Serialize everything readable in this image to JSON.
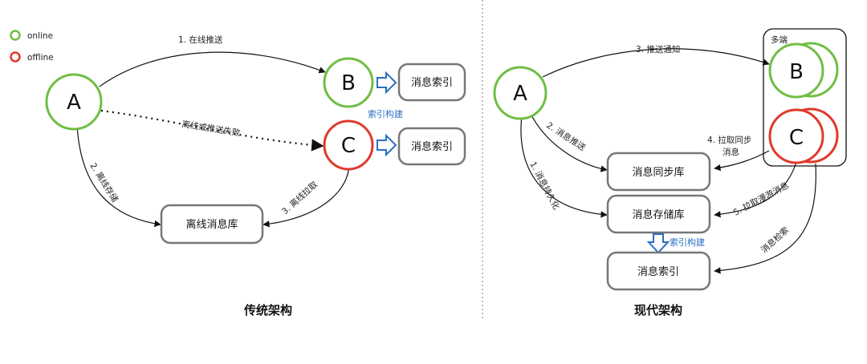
{
  "legend": {
    "online": "online",
    "offline": "offline",
    "online_color": "#6fbe44",
    "offline_color": "#e0392b"
  },
  "traditional": {
    "caption": "传统架构",
    "node_a": "A",
    "node_b": "B",
    "node_c": "C",
    "index_b": "消息索引",
    "index_c": "消息索引",
    "offline_db": "离线消息库",
    "edge_push": "1. 在线推送",
    "edge_offline_push_fail": "离线或推送失败",
    "edge_offline_store": "2. 离线存储",
    "edge_offline_pull": "3. 离线拉取",
    "index_build": "索引构建"
  },
  "modern": {
    "caption": "现代架构",
    "node_a": "A",
    "node_b": "B",
    "node_c": "C",
    "multi_device": "多端",
    "sync_db": "消息同步库",
    "store_db": "消息存储库",
    "index_db": "消息索引",
    "edge_notify": "3. 推送通知",
    "edge_msg_push": "2. 消息推送",
    "edge_persist": "1. 消息持久化",
    "edge_pull_sync": "4. 拉取同步",
    "edge_pull_sync_2": "消息",
    "edge_roam": "5. 拉取漫游消息",
    "edge_search": "消息检索",
    "index_build": "索引构建"
  },
  "colors": {
    "online": "#6fbe44",
    "offline": "#e0392b",
    "box_border": "#777777",
    "arrow_blue": "#2a6fc0"
  }
}
